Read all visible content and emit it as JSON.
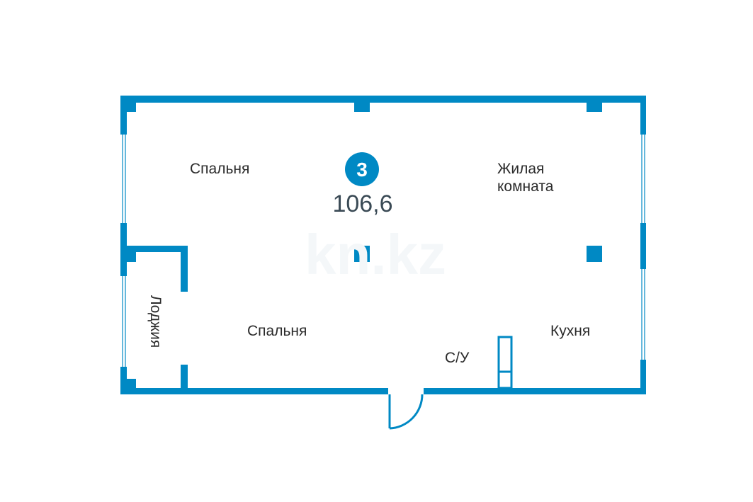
{
  "plan": {
    "rooms_count": "3",
    "area": "106,6",
    "watermark": "kn.kz",
    "wall_color": "#0089c4",
    "rooms": {
      "bedroom_top": "Спальня",
      "living_line1": "Жилая",
      "living_line2": "комната",
      "loggia": "Лоджия",
      "bedroom_bottom": "Спальня",
      "bathroom": "С/У",
      "kitchen": "Кухня"
    }
  }
}
